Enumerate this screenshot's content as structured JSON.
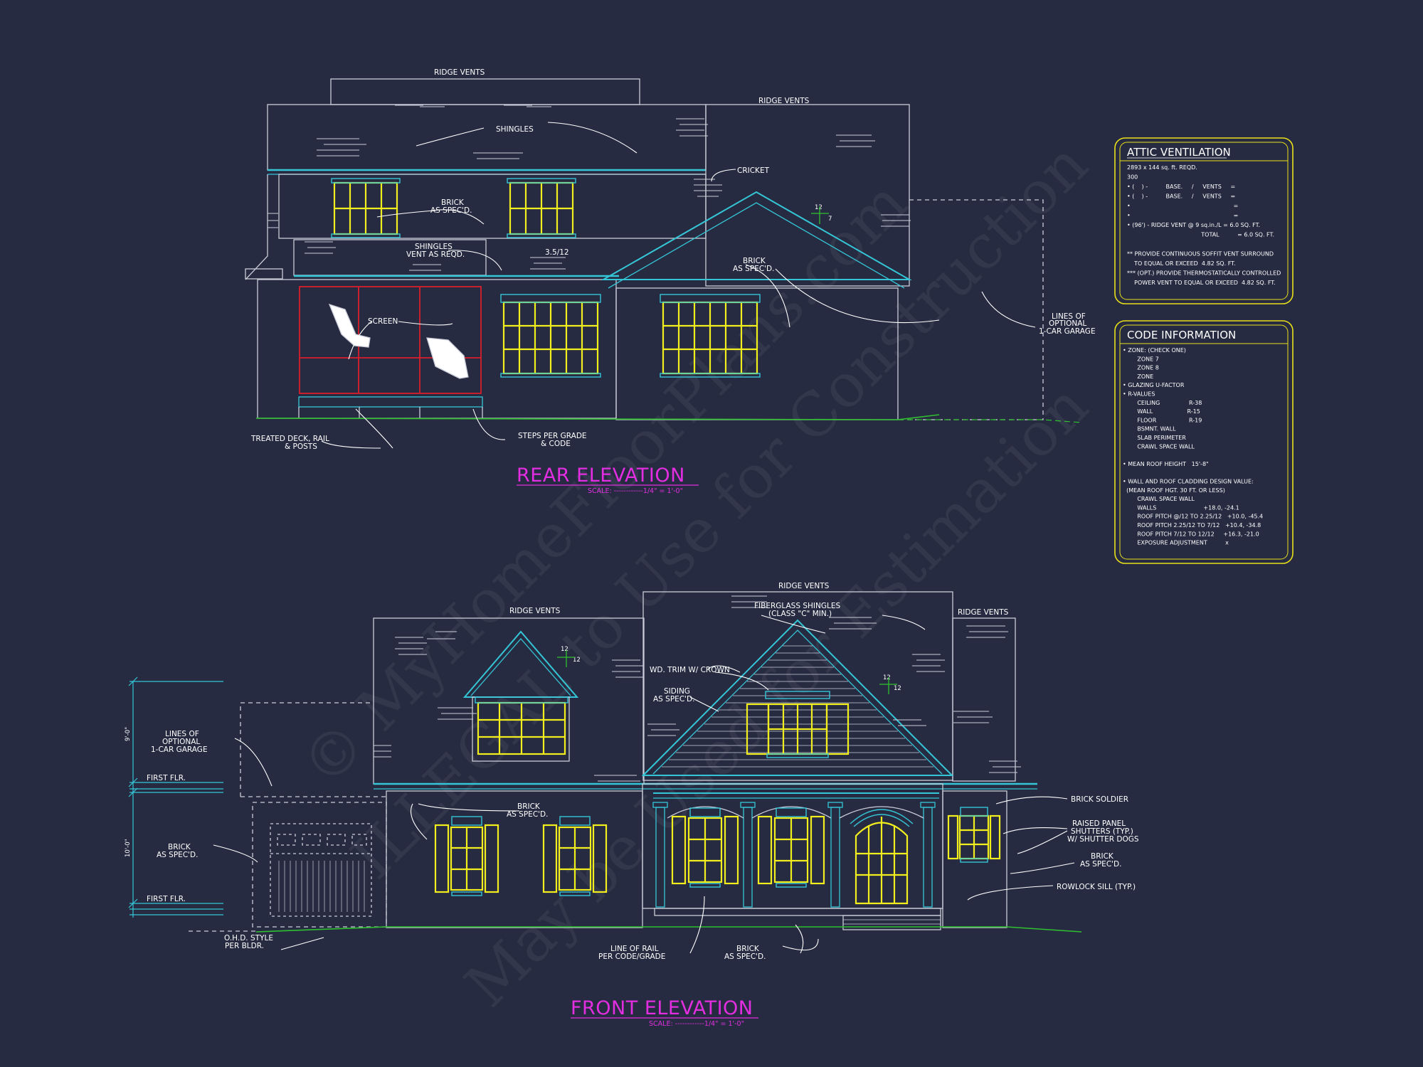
{
  "colors": {
    "background": "#272b41",
    "outline": "#c9ccd8",
    "window": "#f2ee1e",
    "cyan": "#34c6d6",
    "title": "#e22ee0",
    "box_border": "#e8e01a",
    "grade": "#2fc02f",
    "screen_red": "#d81f2d"
  },
  "watermark": {
    "line1": "© MyHomeFloorPlans.com",
    "line2": "ILLEGAL to Use for Construction",
    "line3": "May be Used for Estimation"
  },
  "rear": {
    "title": "REAR ELEVATION",
    "scale": "SCALE: ------------1/4\" = 1'-0\"",
    "labels": {
      "ridge_vents_1": "RIDGE VENTS",
      "ridge_vents_2": "RIDGE VENTS",
      "shingles": "SHINGLES",
      "cricket": "CRICKET",
      "brick_1a": "BRICK",
      "brick_1b": "AS SPEC'D.",
      "shingles_vent_a": "SHINGLES",
      "shingles_vent_b": "VENT AS REQD.",
      "pitch_1": "3.5/12",
      "brick_2a": "BRICK",
      "brick_2b": "AS SPEC'D.",
      "pitch_2a": "12",
      "pitch_2b": "7",
      "screen": "SCREEN",
      "optional_a": "LINES OF",
      "optional_b": "OPTIONAL",
      "optional_c": "1-CAR GARAGE",
      "deck_a": "TREATED DECK, RAIL",
      "deck_b": "& POSTS",
      "steps_a": "STEPS PER GRADE",
      "steps_b": "& CODE"
    }
  },
  "front": {
    "title": "FRONT ELEVATION",
    "scale": "SCALE: ------------1/4\" = 1'-0\"",
    "labels": {
      "ridge_vents_top": "RIDGE VENTS",
      "ridge_vents_left": "RIDGE VENTS",
      "ridge_vents_right": "RIDGE VENTS",
      "fiberglass_a": "FIBERGLASS SHINGLES",
      "fiberglass_b": "(CLASS \"C\" MIN.)",
      "wd_trim": "WD. TRIM W/ CROWN",
      "siding_a": "SIDING",
      "siding_b": "AS SPEC'D.",
      "pitch_left_a": "12",
      "pitch_left_b": "12",
      "pitch_right_a": "12",
      "pitch_right_b": "12",
      "optional_a": "LINES OF",
      "optional_b": "OPTIONAL",
      "optional_c": "1-CAR GARAGE",
      "dim_upper": "9'-0\"",
      "dim_lower": "10'-0\"",
      "first_flr_1": "FIRST FLR.",
      "first_flr_2": "FIRST FLR.",
      "brick_left_a": "BRICK",
      "brick_left_b": "AS SPEC'D.",
      "brick_mid_a": "BRICK",
      "brick_mid_b": "AS SPEC'D.",
      "ohd_a": "O.H.D. STYLE",
      "ohd_b": "PER BLDR.",
      "rail_a": "LINE OF RAIL",
      "rail_b": "PER CODE/GRADE",
      "brick_bottom_a": "BRICK",
      "brick_bottom_b": "AS SPEC'D.",
      "brick_soldier": "BRICK SOLDIER",
      "shutters_a": "RAISED PANEL",
      "shutters_b": "SHUTTERS (TYP.)",
      "shutters_c": "W/ SHUTTER DOGS",
      "brick_right_a": "BRICK",
      "brick_right_b": "AS SPEC'D.",
      "rowlock": "ROWLOCK SILL (TYP.)"
    }
  },
  "attic_ventilation": {
    "title": "ATTIC VENTILATION",
    "lines": [
      "2893 x 144 sq. ft. REQD.",
      "300",
      "• (    ) -          BASE.     /     VENTS     =",
      "• (    ) -          BASE.     /     VENTS     =",
      "•                                                         =",
      "•                                                         =",
      "• (96') - RIDGE VENT @ 9 sq.in./L = 6.0 SQ. FT.",
      "                                         TOTAL          = 6.0 SQ. FT.",
      "",
      "** PROVIDE CONTINUOUS SOFFIT VENT SURROUND",
      "    TO EQUAL OR EXCEED  4.82 SQ. FT.",
      "*** (OPT.) PROVIDE THERMOSTATICALLY CONTROLLED",
      "    POWER VENT TO EQUAL OR EXCEED  4.82 SQ. FT."
    ]
  },
  "code_information": {
    "title": "CODE INFORMATION",
    "lines": [
      "• ZONE: (CHECK ONE)",
      "        ZONE 7",
      "        ZONE 8",
      "        ZONE",
      "• GLAZING U-FACTOR",
      "• R-VALUES",
      "        CEILING                R-38",
      "        WALL                   R-15",
      "        FLOOR                  R-19",
      "        BSMNT. WALL",
      "        SLAB PERIMETER",
      "        CRAWL SPACE WALL",
      "",
      "• MEAN ROOF HEIGHT   15'-8\"",
      "",
      "• WALL AND ROOF CLADDING DESIGN VALUE:",
      "  (MEAN ROOF HGT. 30 FT. OR LESS)",
      "        CRAWL SPACE WALL",
      "        WALLS                          +18.0, -24.1",
      "        ROOF PITCH @/12 TO 2.25/12   +10.0, -45.4",
      "        ROOF PITCH 2.25/12 TO 7/12   +10.4, -34.8",
      "        ROOF PITCH 7/12 TO 12/12     +16.3, -21.0",
      "        EXPOSURE ADJUSTMENT          x"
    ]
  }
}
